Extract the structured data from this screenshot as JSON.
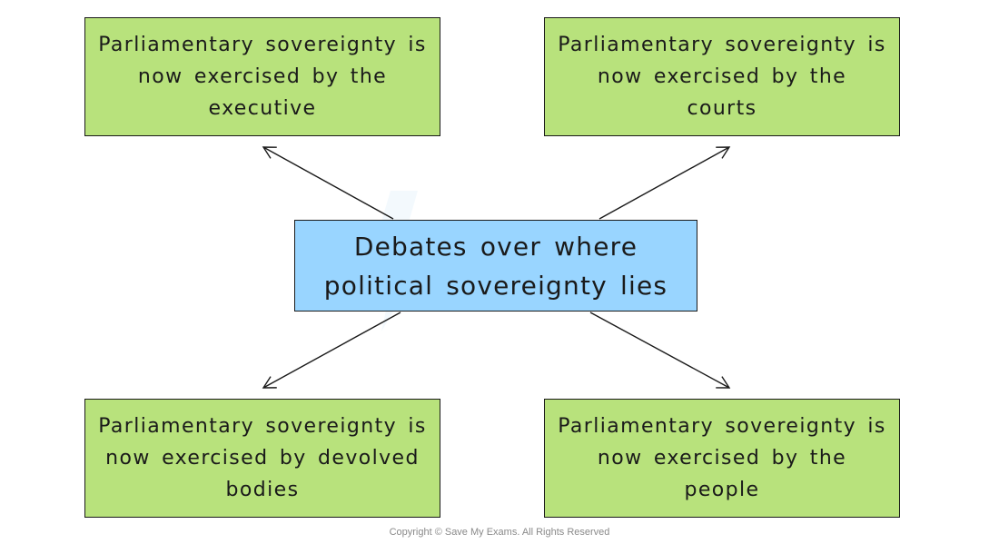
{
  "diagram": {
    "center": {
      "lines": [
        "Debates over where",
        "political sovereignty lies"
      ]
    },
    "outer": [
      {
        "position": "top-left",
        "lines": [
          "Parliamentary sovereignty is",
          "now exercised by the",
          "executive"
        ]
      },
      {
        "position": "top-right",
        "lines": [
          "Parliamentary sovereignty is",
          "now exercised by the",
          "courts"
        ]
      },
      {
        "position": "bottom-left",
        "lines": [
          "Parliamentary sovereignty is",
          "now exercised by devolved",
          "bodies"
        ]
      },
      {
        "position": "bottom-right",
        "lines": [
          "Parliamentary sovereignty is",
          "now exercised by the",
          "people"
        ]
      }
    ]
  },
  "footer": {
    "copyright": "Copyright © Save My Exams. All Rights Reserved"
  },
  "colors": {
    "outer_box_fill": "#b8e27c",
    "center_box_fill": "#99d5ff",
    "stroke": "#1a1a1a"
  }
}
